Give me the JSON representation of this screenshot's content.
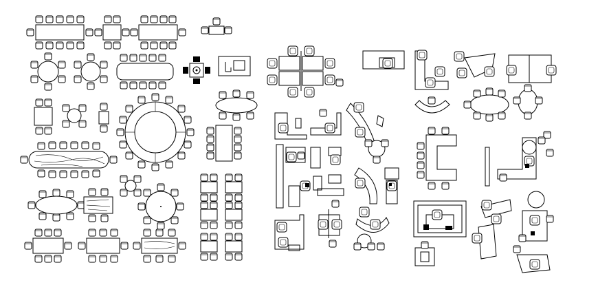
{
  "drawing": {
    "background": "#ffffff",
    "line_color": "#000000"
  },
  "groups": [
    "dining-tables",
    "round-tables",
    "conference-tables",
    "table-pairs",
    "office-workstations",
    "executive-desks",
    "meeting-clusters"
  ]
}
